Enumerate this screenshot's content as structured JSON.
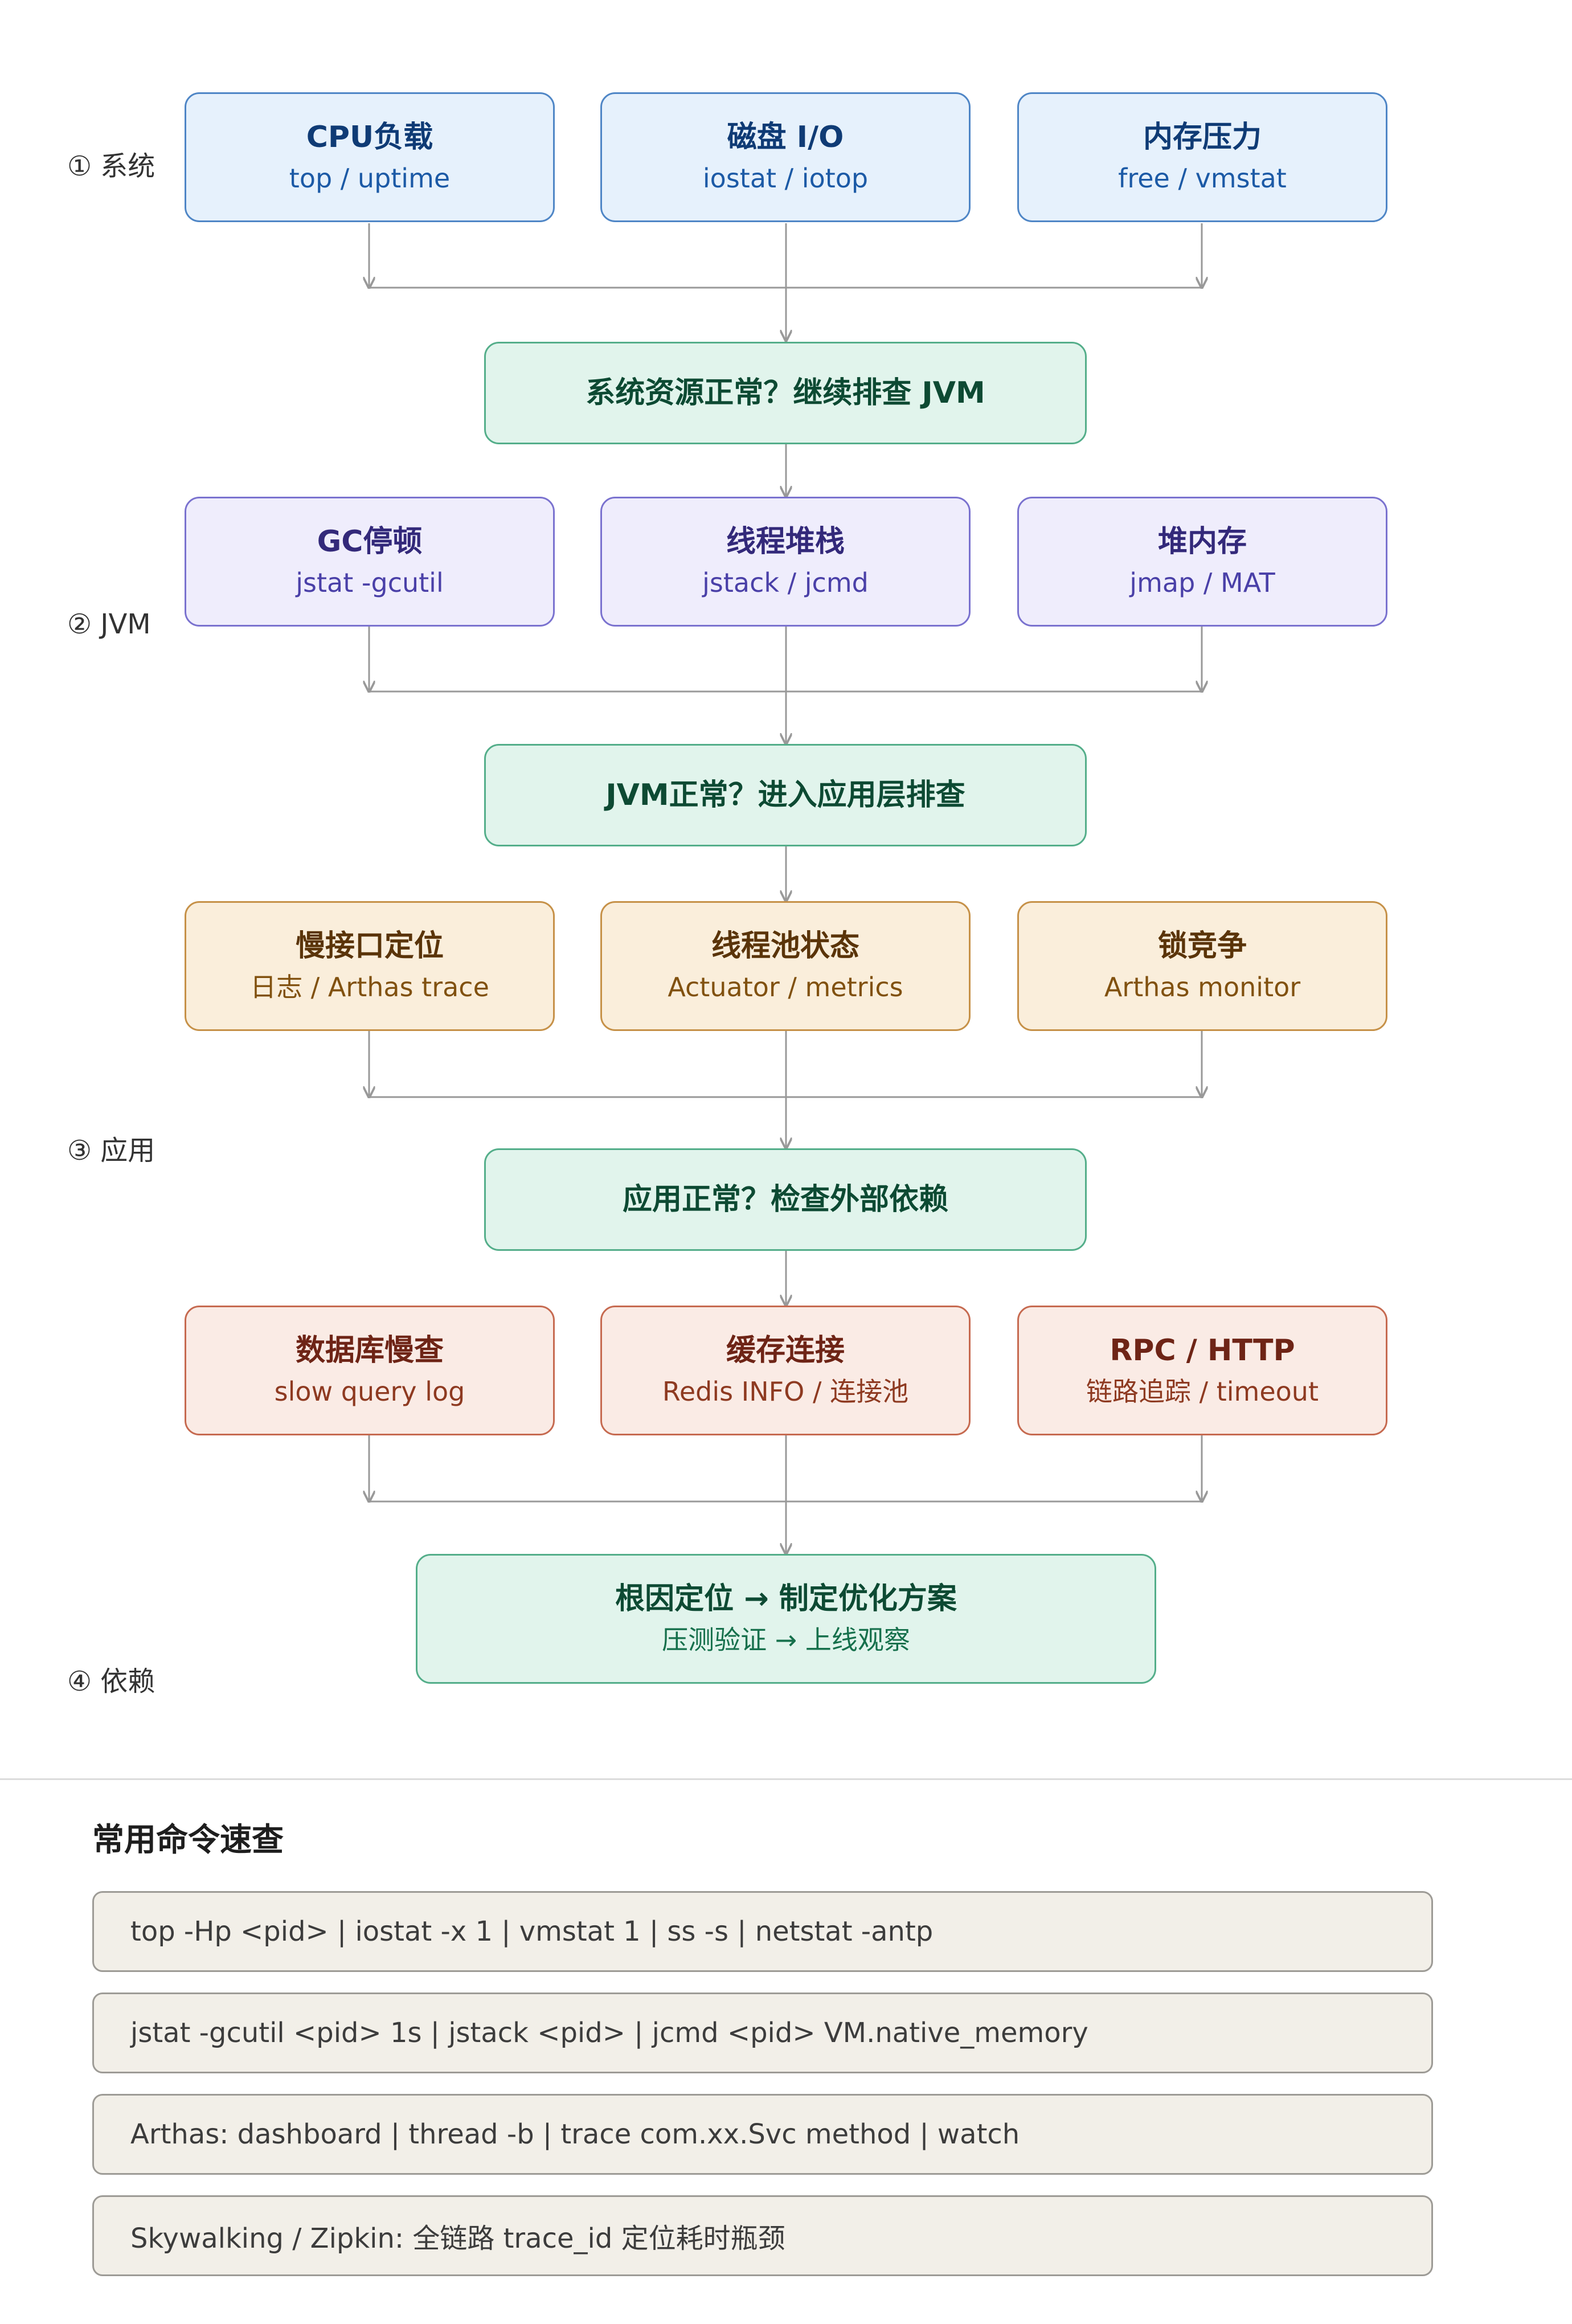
{
  "phases": [
    {
      "label": "① 系统"
    },
    {
      "label": "② JVM"
    },
    {
      "label": "③ 应用"
    },
    {
      "label": "④ 依赖"
    }
  ],
  "system": [
    {
      "title": "CPU负载",
      "sub": "top / uptime"
    },
    {
      "title": "磁盘 I/O",
      "sub": "iostat / iotop"
    },
    {
      "title": "内存压力",
      "sub": "free / vmstat"
    }
  ],
  "gate1": {
    "title": "系统资源正常？继续排查 JVM"
  },
  "jvm": [
    {
      "title": "GC停顿",
      "sub": "jstat -gcutil"
    },
    {
      "title": "线程堆栈",
      "sub": "jstack / jcmd"
    },
    {
      "title": "堆内存",
      "sub": "jmap / MAT"
    }
  ],
  "gate2": {
    "title": "JVM正常？进入应用层排查"
  },
  "app": [
    {
      "title": "慢接口定位",
      "sub": "日志 / Arthas trace"
    },
    {
      "title": "线程池状态",
      "sub": "Actuator / metrics"
    },
    {
      "title": "锁竞争",
      "sub": "Arthas monitor"
    }
  ],
  "gate3": {
    "title": "应用正常？检查外部依赖"
  },
  "deps": [
    {
      "title": "数据库慢查",
      "sub": "slow query log"
    },
    {
      "title": "缓存连接",
      "sub": "Redis INFO / 连接池"
    },
    {
      "title": "RPC / HTTP",
      "sub": "链路追踪 / timeout"
    }
  ],
  "final": {
    "title": "根因定位 → 制定优化方案",
    "sub": "压测验证 → 上线观察"
  },
  "reference": {
    "title": "常用命令速查",
    "commands": [
      "top -Hp <pid> | iostat -x 1 | vmstat 1 | ss -s | netstat -antp",
      "jstat -gcutil <pid> 1s | jstack <pid> | jcmd <pid> VM.native_memory",
      "Arthas: dashboard | thread -b | trace com.xx.Svc method | watch",
      "Skywalking / Zipkin: 全链路 trace_id 定位耗时瓶颈"
    ]
  },
  "colors": {
    "connector": "#999999",
    "system": "#4f86c6",
    "jvm": "#7a72cf",
    "app": "#c69148",
    "deps": "#c66a50",
    "gate": "#54ae8a"
  }
}
